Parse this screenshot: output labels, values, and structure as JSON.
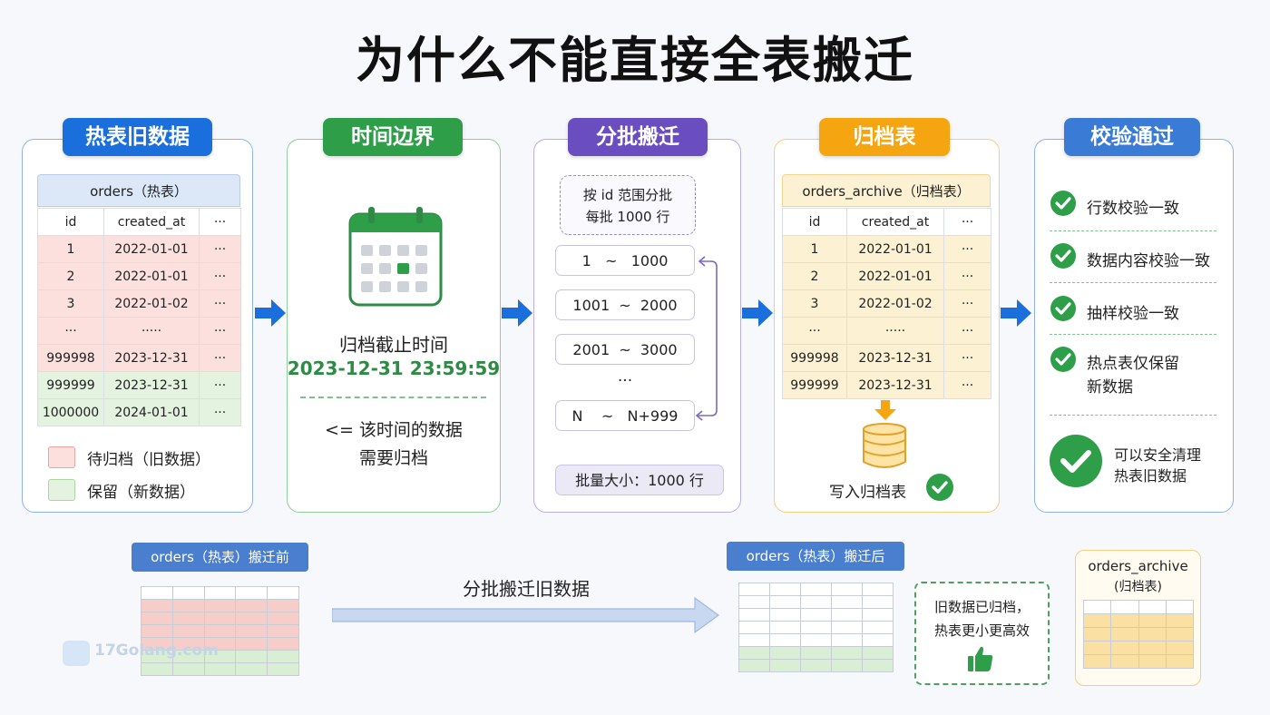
{
  "title": "为什么不能直接全表搬迁",
  "colors": {
    "blue": "#1a6fdc",
    "green": "#2e9e49",
    "purple": "#6a4dbf",
    "orange": "#f5a50f",
    "sky": "#3a7bd5",
    "red_row": "#fbe0de",
    "green_row": "#e3f3df"
  },
  "hot": {
    "pill": "热表旧数据",
    "table_name": "orders（热表）",
    "headers": [
      "id",
      "created_at",
      "···"
    ],
    "rows": [
      [
        "1",
        "2022-01-01",
        "···"
      ],
      [
        "2",
        "2022-01-01",
        "···"
      ],
      [
        "3",
        "2022-01-02",
        "···"
      ],
      [
        "···",
        "·····",
        "···"
      ],
      [
        "999998",
        "2023-12-31",
        "···"
      ],
      [
        "999999",
        "2023-12-31",
        "···"
      ],
      [
        "1000000",
        "2024-01-01",
        "···"
      ]
    ],
    "legend_old": "待归档（旧数据）",
    "legend_keep": "保留（新数据）"
  },
  "time": {
    "pill": "时间边界",
    "icon": "calendar-icon",
    "label": "归档截止时间",
    "value": "2023-12-31 23:59:59",
    "note1": "<= 该时间的数据",
    "note2": "需要归档"
  },
  "batch": {
    "pill": "分批搬迁",
    "note1": "按 id 范围分批",
    "note2": "每批 1000 行",
    "ranges": [
      {
        "a": "1",
        "sep": "~",
        "b": "1000"
      },
      {
        "a": "1001",
        "sep": "~",
        "b": "2000"
      },
      {
        "a": "2001",
        "sep": "~",
        "b": "3000"
      },
      {
        "a": "N",
        "sep": "~",
        "b": "N+999"
      }
    ],
    "ellipsis": "···",
    "size": "批量大小：1000 行"
  },
  "archive": {
    "pill": "归档表",
    "table_name": "orders_archive（归档表）",
    "headers": [
      "id",
      "created_at",
      "···"
    ],
    "rows": [
      [
        "1",
        "2022-01-01",
        "···"
      ],
      [
        "2",
        "2022-01-01",
        "···"
      ],
      [
        "3",
        "2022-01-02",
        "···"
      ],
      [
        "···",
        "·····",
        "···"
      ],
      [
        "999998",
        "2023-12-31",
        "···"
      ],
      [
        "999999",
        "2023-12-31",
        "···"
      ]
    ],
    "write": "写入归档表",
    "icon": "database-icon"
  },
  "verify": {
    "pill": "校验通过",
    "items": [
      "行数校验一致",
      "数据内容校验一致",
      "抽样校验一致",
      "热点表仅保留",
      "新数据"
    ],
    "final1": "可以安全清理",
    "final2": "热表旧数据"
  },
  "bottom": {
    "before": "orders（热表）搬迁前",
    "arrow_label": "分批搬迁旧数据",
    "after": "orders（热表）搬迁后",
    "result1": "旧数据已归档，",
    "result2": "热表更小更高效",
    "arch1": "orders_archive",
    "arch2": "(归档表)",
    "watermark": "17Golang.com"
  }
}
